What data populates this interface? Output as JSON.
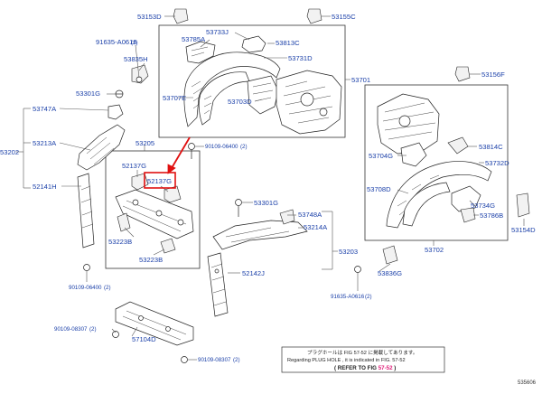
{
  "labels": {
    "p53153D": "53153D",
    "p53155C": "53155C",
    "p91635_A0616": "91635-A0616",
    "p91635_A0616_qty": "(2)",
    "p53785A": "53785A",
    "p53733J": "53733J",
    "p53813C": "53813C",
    "p53835H": "53835H",
    "p53731D": "53731D",
    "p53701": "53701",
    "p53301G_left": "53301G",
    "p53707E": "53707E",
    "p53703D": "53703D",
    "p53156F": "53156F",
    "p53747A": "53747A",
    "p53205": "53205",
    "p90109_06400_top": "90109-06400",
    "p90109_06400_top_qty": "(2)",
    "p53213A": "53213A",
    "p53202": "53202",
    "p52137G_a": "52137G",
    "p52137G_b": "52137G",
    "p53814C": "53814C",
    "p53704G": "53704G",
    "p53732D": "53732D",
    "p52141H": "52141H",
    "p53301G_mid": "53301G",
    "p53708D": "53708D",
    "p53734G": "53734G",
    "p53748A": "53748A",
    "p53786B": "53786B",
    "p53214A": "53214A",
    "p53154D": "53154D",
    "p53223B_a": "53223B",
    "p53223B_b": "53223B",
    "p53702": "53702",
    "p53203": "53203",
    "p52142J": "52142J",
    "p53836G": "53836G",
    "p90109_06400_bot": "90109-06400",
    "p90109_06400_bot_qty": "(2)",
    "p91635_A0616_b": "91635-A0616",
    "p91635_A0616_b_qty": "(2)",
    "p90109_08307_left": "90109-08307",
    "p90109_08307_left_qty": "(2)",
    "p57104D": "57104D",
    "p90109_08307_right": "90109-08307",
    "p90109_08307_right_qty": "(2)"
  },
  "note": {
    "line1": "プラグホールは FIG 57-52 に掲載してあります。",
    "line2": "Regarding  PLUG  HOLE , it is indicated in FIG. 57-52",
    "line3_prefix": "( REFER TO FIG",
    "line3_num": "57-52",
    "line3_suffix": ")"
  },
  "figure_id": "535606",
  "colors": {
    "label_blue": "#1a3fa8",
    "highlight_red": "#e01010",
    "ref_magenta": "#e0207a"
  }
}
